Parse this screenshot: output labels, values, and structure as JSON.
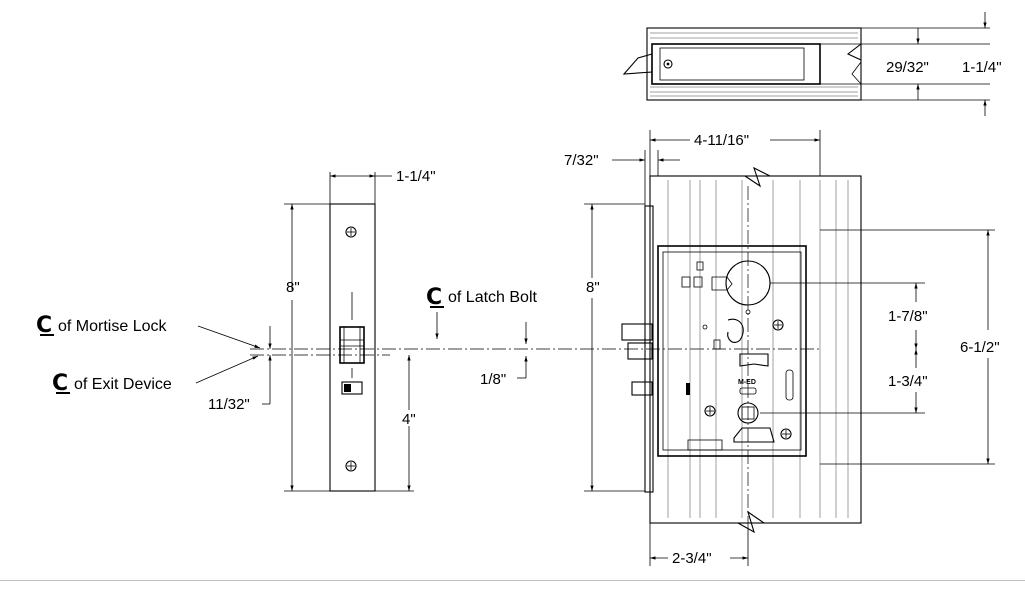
{
  "dimensions": {
    "faceplate_width": "1-1/4\"",
    "faceplate_height": "8\"",
    "faceplate_centerline_to_bottom": "4\"",
    "centerline_offset_small": "11/32\"",
    "latch_offset": "1/8\"",
    "lock_height": "8\"",
    "backset_overall": "4-11/16\"",
    "front_offset": "7/32\"",
    "backset": "2-3/4\"",
    "spindle_to_latch": "1-7/8\"",
    "latch_to_cylinder": "1-3/4\"",
    "case_height": "6-1/2\"",
    "top_view_inner": "29/32\"",
    "top_view_outer": "1-1/4\""
  },
  "labels": {
    "cl_symbol": "C",
    "cl_mortise": "of Mortise Lock",
    "cl_exit": "of Exit Device",
    "cl_latch": "of Latch Bolt",
    "case_mark": "M-ED"
  }
}
